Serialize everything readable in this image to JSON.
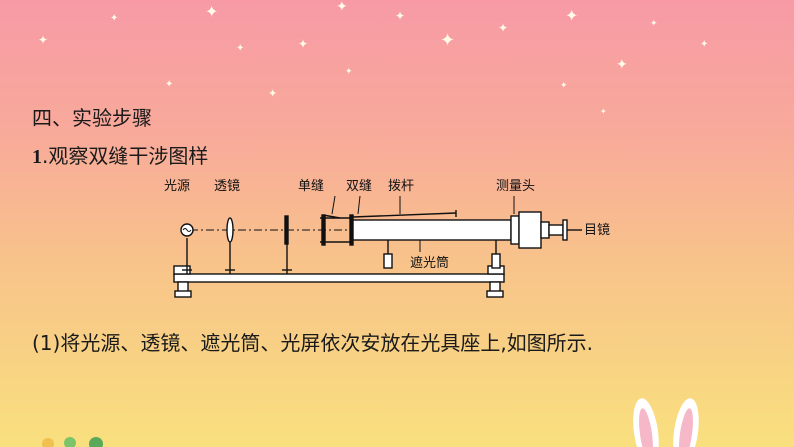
{
  "section_heading": "四、实验步骤",
  "sub_heading_number": "1",
  "sub_heading_text": ".观察双缝干涉图样",
  "diagram_labels": {
    "light_source": "光源",
    "lens": "透镜",
    "single_slit": "单缝",
    "double_slit": "双缝",
    "lever": "拨杆",
    "measuring_head": "测量头",
    "eyepiece": "目镜",
    "light_tube": "遮光筒"
  },
  "step_text": "(1)将光源、透镜、遮光筒、光屏依次安放在光具座上,如图所示.",
  "colors": {
    "bg_top": "#f79aa6",
    "bg_bottom": "#f9e07e",
    "text": "#1a1a1a",
    "star": "#fffbe8"
  }
}
